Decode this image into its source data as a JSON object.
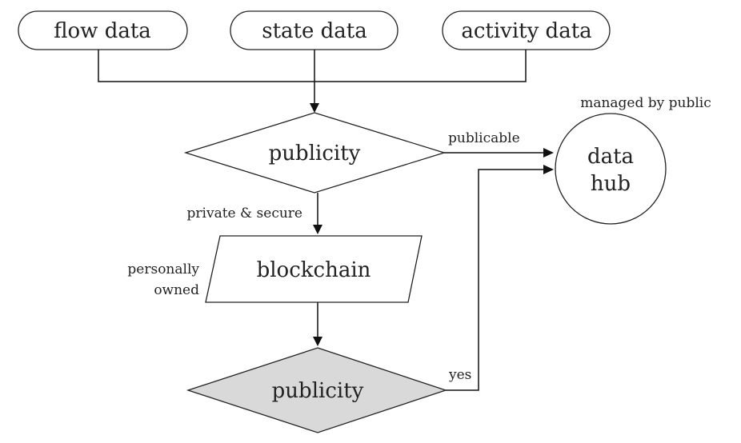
{
  "inputs": {
    "flow": "flow data",
    "state": "state data",
    "activity": "activity data"
  },
  "decision_top": "publicity",
  "decision_bottom": "publicity",
  "blockchain": "blockchain",
  "hub": {
    "line1": "data",
    "line2": "hub",
    "caption": "managed by public"
  },
  "edges": {
    "publicable": "publicable",
    "private_secure": "private & secure",
    "yes": "yes"
  },
  "blockchain_note": {
    "line1": "personally",
    "line2": "owned"
  },
  "colors": {
    "highlight_fill": "#d9d9d9"
  }
}
